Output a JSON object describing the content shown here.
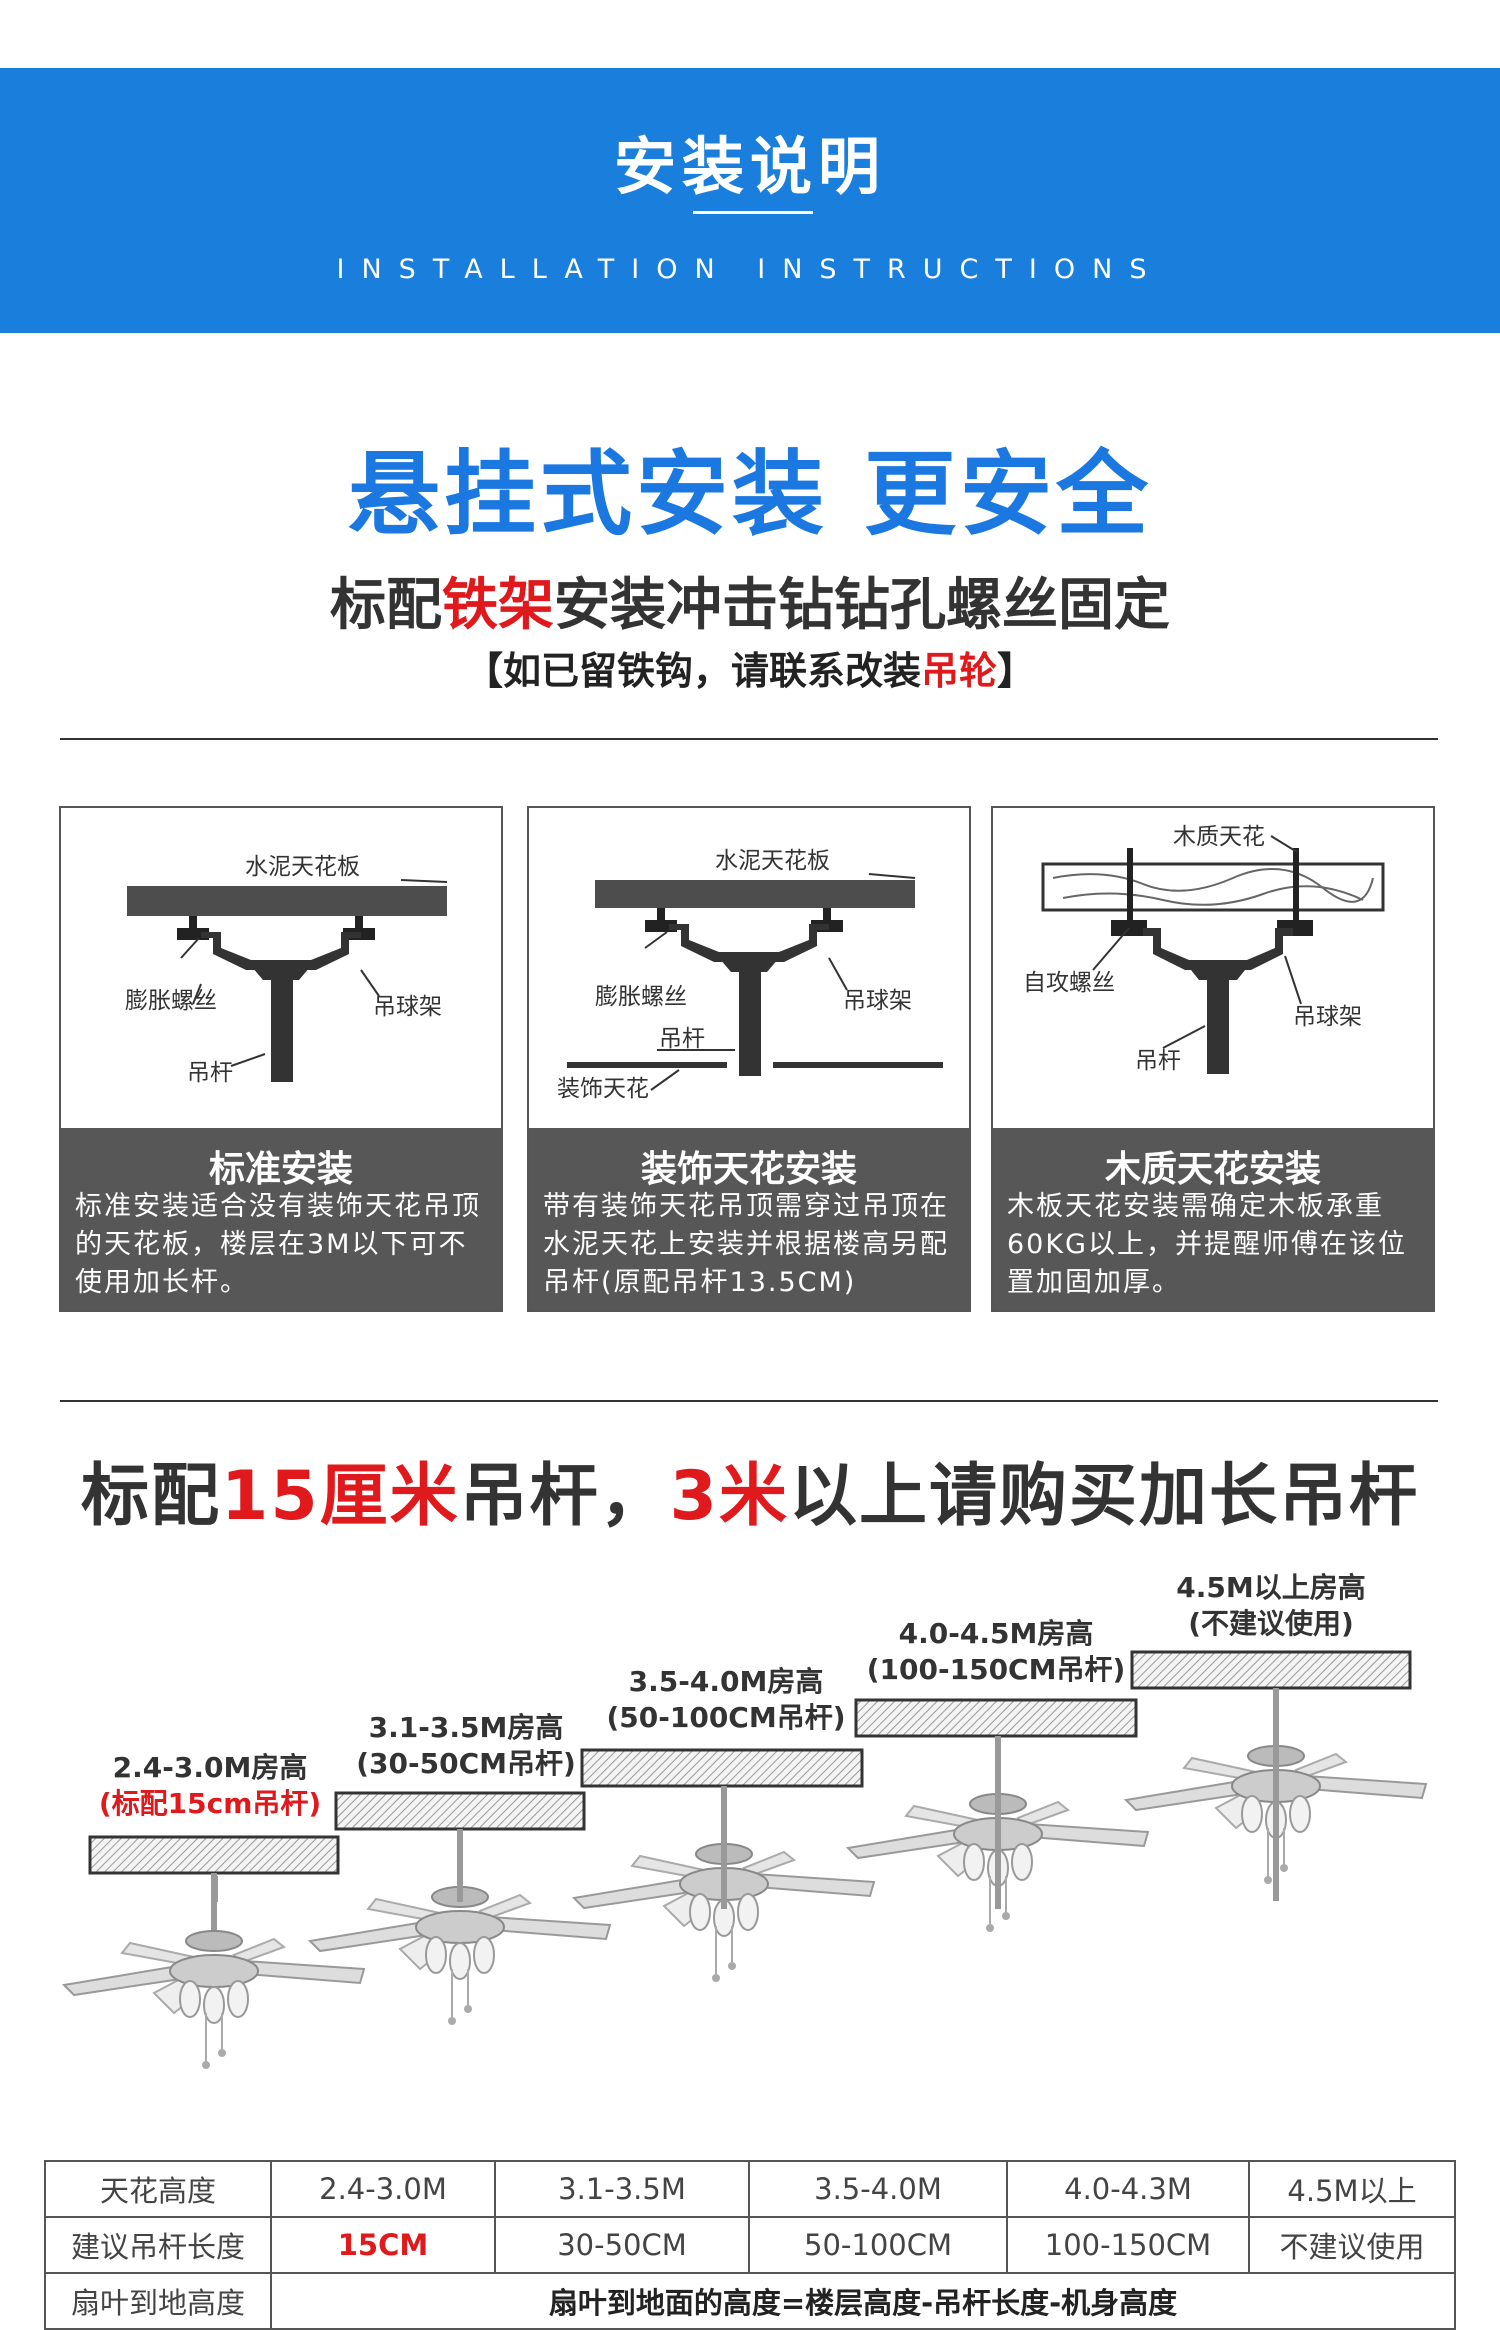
{
  "banner": {
    "title": "安装说明",
    "subtitle": "INSTALLATION  INSTRUCTIONS"
  },
  "headline": "悬挂式安装 更安全",
  "subline": {
    "pre": "标配",
    "red": "铁架",
    "post": "安装冲击钻钻孔螺丝固定"
  },
  "note": {
    "pre": "【如已留铁钩，请联系改装",
    "red": "吊轮",
    "post": "】"
  },
  "cards": [
    {
      "title": "标准安装",
      "desc": "标准安装适合没有装饰天花吊顶的天花板，楼层在3M以下可不使用加长杆。",
      "labels": {
        "ceiling": "水泥天花板",
        "screw": "膨胀螺丝",
        "bracket": "吊球架",
        "rod": "吊杆"
      }
    },
    {
      "title": "装饰天花安装",
      "desc": "带有装饰天花吊顶需穿过吊顶在水泥天花上安装并根据楼高另配吊杆(原配吊杆13.5CM)",
      "labels": {
        "ceiling": "水泥天花板",
        "screw": "膨胀螺丝",
        "bracket": "吊球架",
        "rod": "吊杆",
        "deco": "装饰天花"
      }
    },
    {
      "title": "木质天花安装",
      "desc": "木板天花安装需确定木板承重60KG以上，并提醒师傅在该位置加固加厚。",
      "labels": {
        "ceiling": "木质天花",
        "screw": "自攻螺丝",
        "bracket": "吊球架",
        "rod": "吊杆"
      }
    }
  ],
  "rod_headline": {
    "p1": "标配",
    "r1": "15厘米",
    "p2": "吊杆，",
    "r2": "3米",
    "p3": "以上请购买加长吊杆"
  },
  "steps": [
    {
      "height": "2.4-3.0M房高",
      "rod": "(标配15cm吊杆)",
      "rod_red": true
    },
    {
      "height": "3.1-3.5M房高",
      "rod": "(30-50CM吊杆)",
      "rod_red": false
    },
    {
      "height": "3.5-4.0M房高",
      "rod": "(50-100CM吊杆)",
      "rod_red": false
    },
    {
      "height": "4.0-4.5M房高",
      "rod": "(100-150CM吊杆)",
      "rod_red": false
    },
    {
      "height": "4.5M以上房高",
      "rod": "(不建议使用)",
      "rod_red": false
    }
  ],
  "table": {
    "row1": [
      "天花高度",
      "2.4-3.0M",
      "3.1-3.5M",
      "3.5-4.0M",
      "4.0-4.3M",
      "4.5M以上"
    ],
    "row2": [
      "建议吊杆长度",
      "15CM",
      "30-50CM",
      "50-100CM",
      "100-150CM",
      "不建议使用"
    ],
    "row3_label": "扇叶到地高度",
    "row3_formula": "扇叶到地面的高度=楼层高度-吊杆长度-机身高度"
  }
}
